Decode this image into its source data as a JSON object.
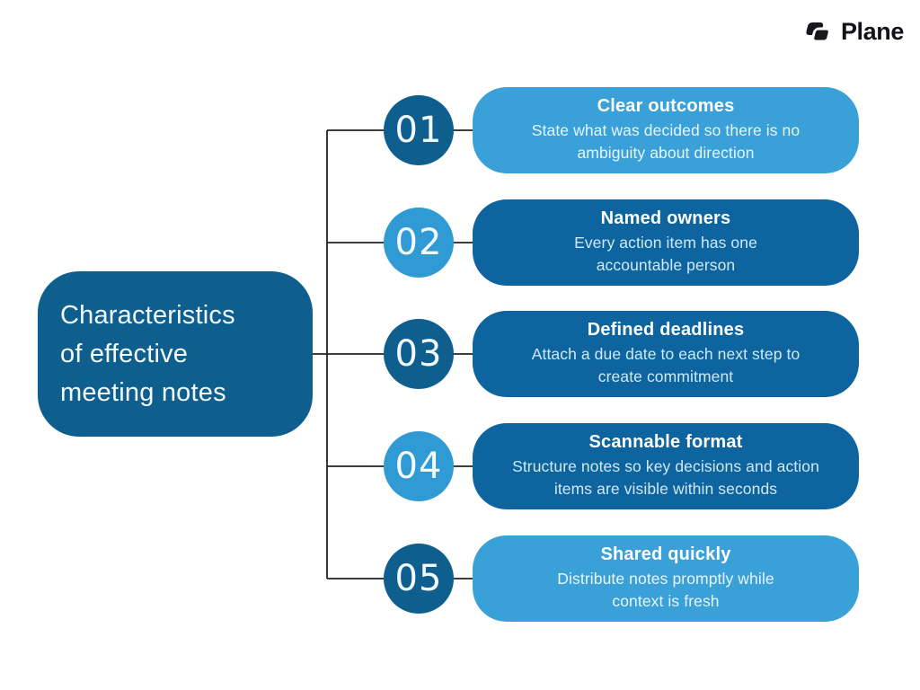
{
  "logo": {
    "text": "Plane",
    "icon": "plane-logo-mark",
    "color": "#17181c"
  },
  "title_box": {
    "text": "Characteristics of effective meeting notes",
    "lines": [
      "Characteristics",
      "of effective",
      "meeting notes"
    ]
  },
  "items": [
    {
      "number": "01",
      "title": "Clear outcomes",
      "description": "State what was decided so there is no ambiguity about direction",
      "description_lines": [
        "State what was decided so there is no",
        "ambiguity about direction"
      ],
      "circle_style": "dark",
      "card_style": "light"
    },
    {
      "number": "02",
      "title": "Named owners",
      "description": "Every action item has one accountable person",
      "description_lines": [
        "Every action item has one",
        "accountable person"
      ],
      "circle_style": "light",
      "card_style": "dark"
    },
    {
      "number": "03",
      "title": "Defined deadlines",
      "description": "Attach a due date to each next step to create commitment",
      "description_lines": [
        "Attach a due date to each next step to",
        "create commitment"
      ],
      "circle_style": "dark",
      "card_style": "dark"
    },
    {
      "number": "04",
      "title": "Scannable format",
      "description": "Structure notes so key decisions and action items are visible within seconds",
      "description_lines": [
        "Structure notes so key decisions and action",
        "items are visible within seconds"
      ],
      "circle_style": "light",
      "card_style": "dark"
    },
    {
      "number": "05",
      "title": "Shared quickly",
      "description": "Distribute notes promptly while context is fresh",
      "description_lines": [
        "Distribute notes promptly while",
        "context is fresh"
      ],
      "circle_style": "dark",
      "card_style": "light"
    }
  ],
  "colors": {
    "background": "#ffffff",
    "dark_fill": "#0e5f8e",
    "dark_card": "#0e649e",
    "light_circle": "#2f9ad3",
    "light_card": "#3aa0d8",
    "connector": "#222222",
    "logo_ink": "#17181c"
  }
}
